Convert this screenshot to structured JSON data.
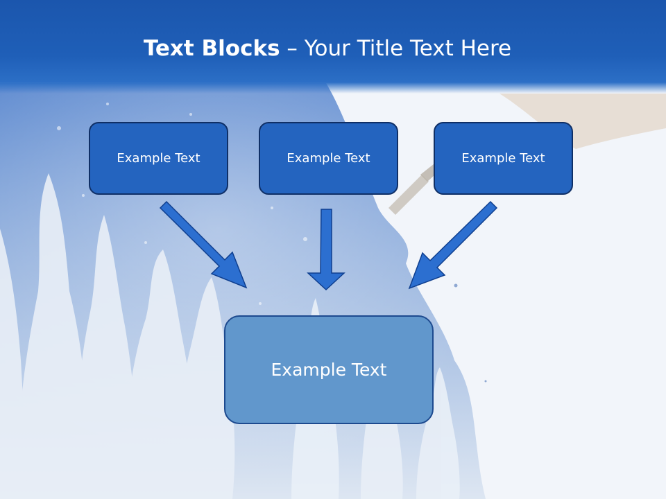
{
  "slide": {
    "title_bold": "Text Blocks",
    "title_dash": " – ",
    "title_rest": "Your Title Text Here",
    "boxes": [
      "Example Text",
      "Example Text",
      "Example Text"
    ],
    "target_box": "Example Text"
  },
  "colors": {
    "header": "#1f5fb8",
    "box_fill": "#2464bf",
    "box_border": "#0f2f66",
    "target_fill": "#6197cc",
    "arrow": "#2c6fd0"
  },
  "icons": [
    "snowy-forest-background",
    "paintbrush"
  ]
}
